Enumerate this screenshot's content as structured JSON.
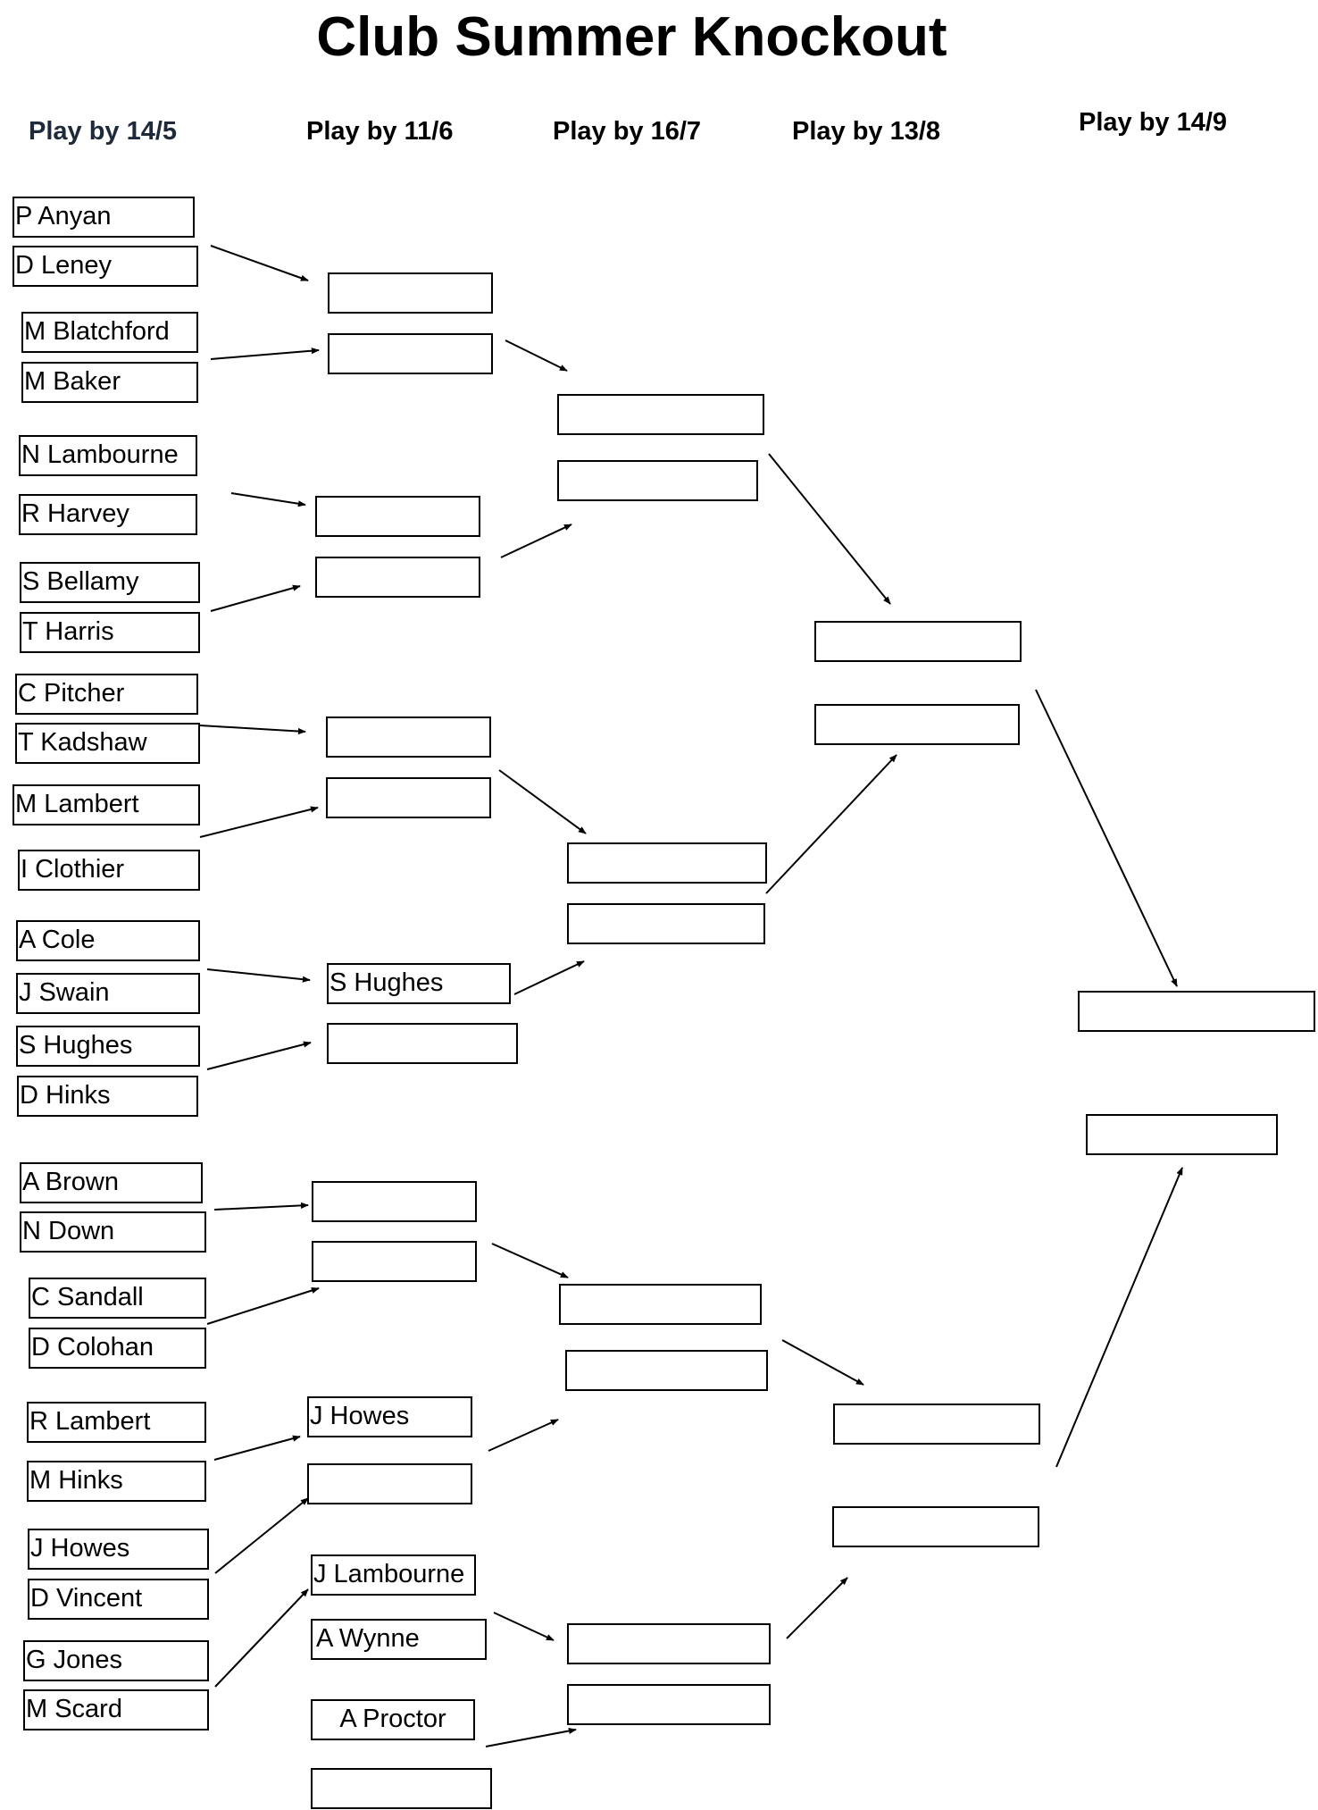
{
  "title": "Club Summer Knockout",
  "rounds": [
    "Play by 14/5",
    "Play by 11/6",
    "Play by 16/7",
    "Play by  13/8",
    "Play by  14/9"
  ],
  "round1": [
    "P Anyan",
    "D Leney",
    "M Blatchford",
    "M Baker",
    "N Lambourne",
    "R Harvey",
    "S Bellamy",
    "T Harris",
    "C Pitcher",
    "T Kadshaw",
    "M Lambert",
    "I Clothier",
    "A Cole",
    "J Swain",
    "S Hughes",
    "D Hinks",
    "A Brown",
    "N Down",
    "C Sandall",
    "D Colohan",
    "R Lambert",
    "M Hinks",
    "J Howes",
    "D Vincent",
    "G Jones",
    "M Scard"
  ],
  "round2": [
    "",
    "",
    "",
    "",
    "",
    "",
    "S Hughes",
    "",
    "",
    "",
    "J Howes",
    "",
    "J Lambourne",
    "A Wynne",
    "A Proctor"
  ],
  "round3": [
    "",
    "",
    "",
    "",
    "",
    "",
    "",
    "",
    "",
    ""
  ],
  "round4": [
    "",
    "",
    "",
    ""
  ],
  "final": [
    "",
    ""
  ]
}
